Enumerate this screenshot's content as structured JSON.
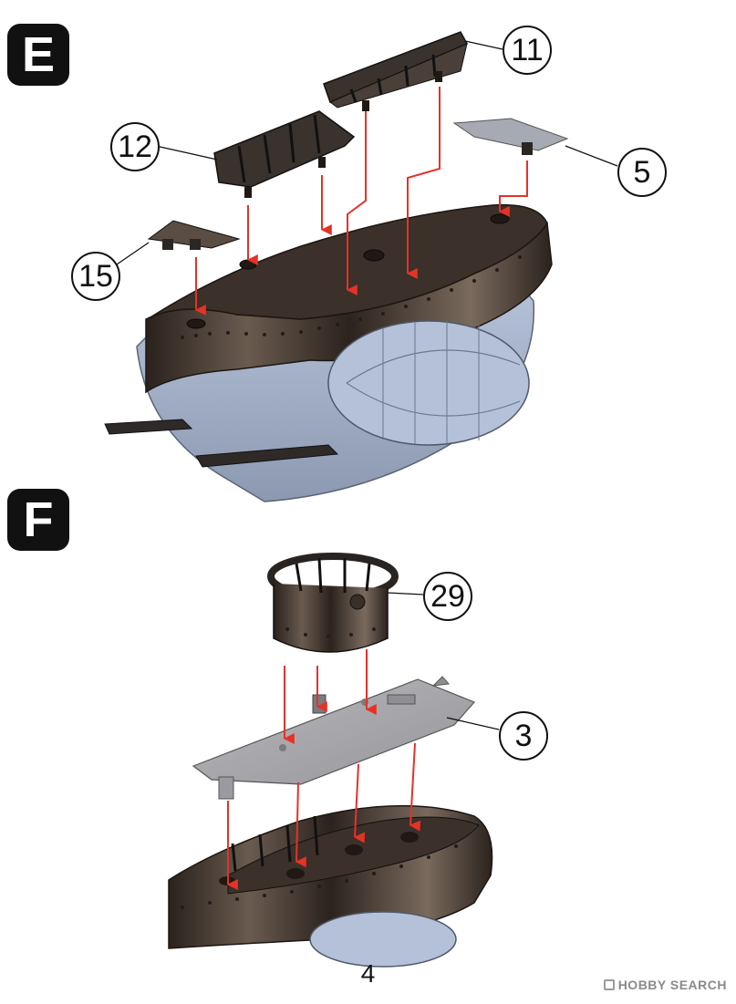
{
  "steps": {
    "e": {
      "label": "E"
    },
    "f": {
      "label": "F"
    }
  },
  "callouts": {
    "part_11": "11",
    "part_12": "12",
    "part_5": "5",
    "part_15": "15",
    "part_29": "29",
    "part_3": "3"
  },
  "page_number": "4",
  "watermark": "HOBBY SEARCH",
  "colors": {
    "arrow": "#e53227",
    "hull_dark": "#3a2f28",
    "hull_light": "#a9b7cf",
    "deck_grey": "#a8a8ac"
  }
}
